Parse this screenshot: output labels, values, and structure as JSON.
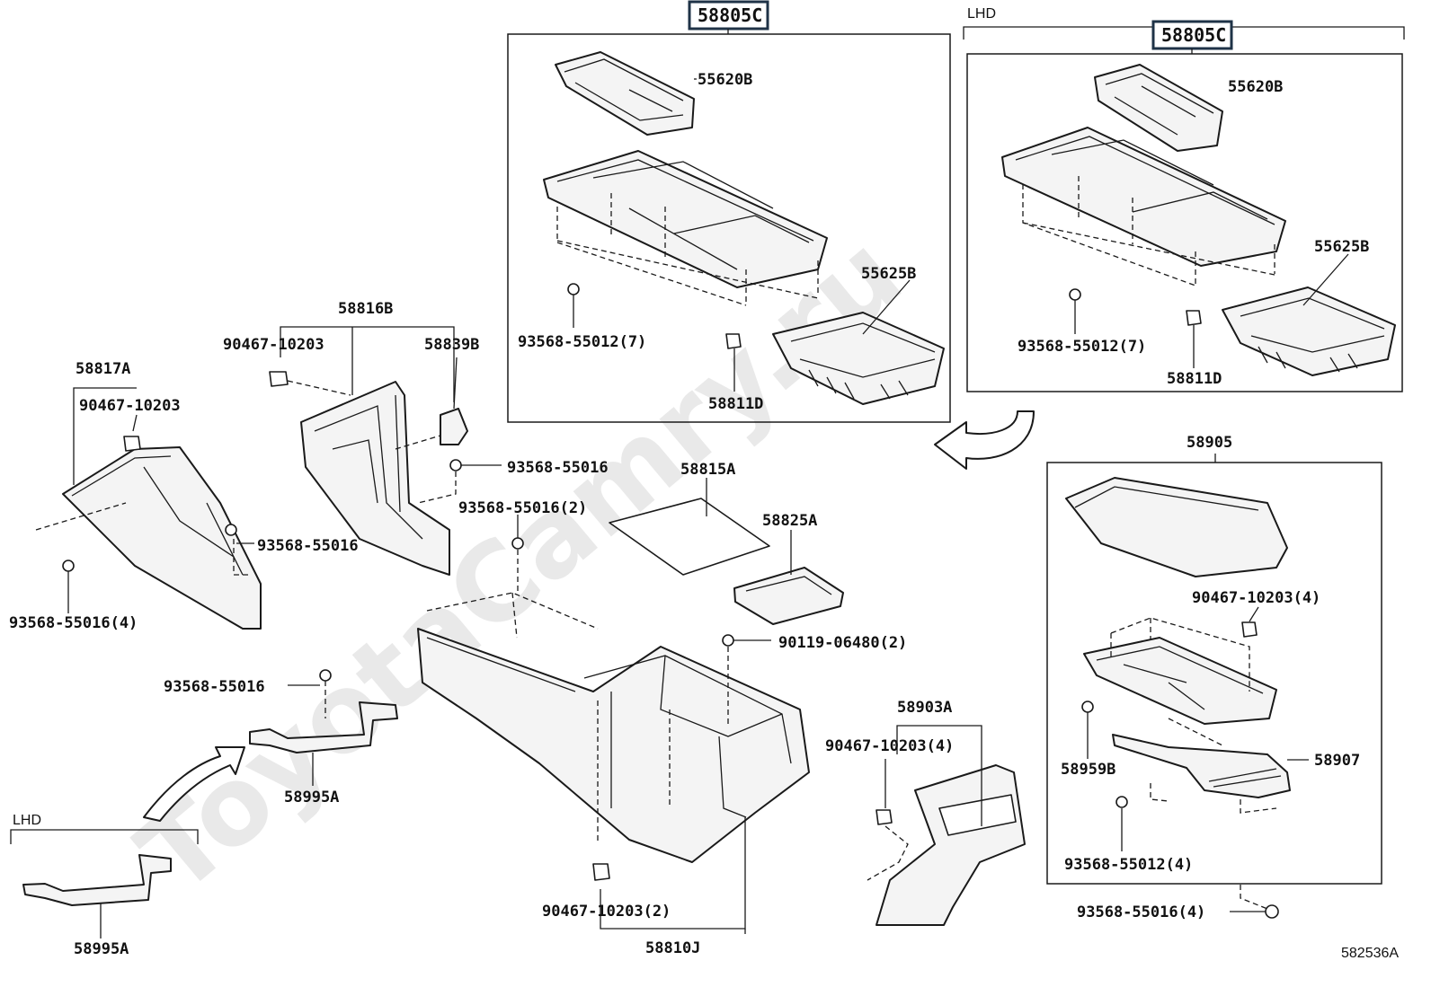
{
  "watermark": "ToyotaCamry.ru",
  "diagram_id": "582536A",
  "lhd_labels": {
    "top_right": "LHD",
    "bottom_left": "LHD"
  },
  "group_tags": {
    "center": "58805C",
    "right": "58805C"
  },
  "labels": {
    "l_55620B_a": "55620B",
    "l_55625B_a": "55625B",
    "l_93568_55012_7_a": "93568-55012(7)",
    "l_58811D_a": "58811D",
    "l_55620B_b": "55620B",
    "l_55625B_b": "55625B",
    "l_93568_55012_7_b": "93568-55012(7)",
    "l_58811D_b": "58811D",
    "l_58816B": "58816B",
    "l_90467_10203_a": "90467-10203",
    "l_58839B": "58839B",
    "l_58817A": "58817A",
    "l_90467_10203_b": "90467-10203",
    "l_93568_55016_a": "93568-55016",
    "l_93568_55016_b": "93568-55016",
    "l_93568_55016_4_a": "93568-55016(4)",
    "l_93568_55016_2": "93568-55016(2)",
    "l_58815A": "58815A",
    "l_58825A": "58825A",
    "l_90119_06480_2": "90119-06480(2)",
    "l_93568_55016_c": "93568-55016",
    "l_58995A_a": "58995A",
    "l_58995A_b": "58995A",
    "l_58903A": "58903A",
    "l_90467_10203_4_a": "90467-10203(4)",
    "l_90467_10203_2": "90467-10203(2)",
    "l_58810J": "58810J",
    "l_58905": "58905",
    "l_90467_10203_4_b": "90467-10203(4)",
    "l_58959B": "58959B",
    "l_58907": "58907",
    "l_93568_55012_4": "93568-55012(4)",
    "l_93568_55016_4_b": "93568-55016(4)"
  }
}
